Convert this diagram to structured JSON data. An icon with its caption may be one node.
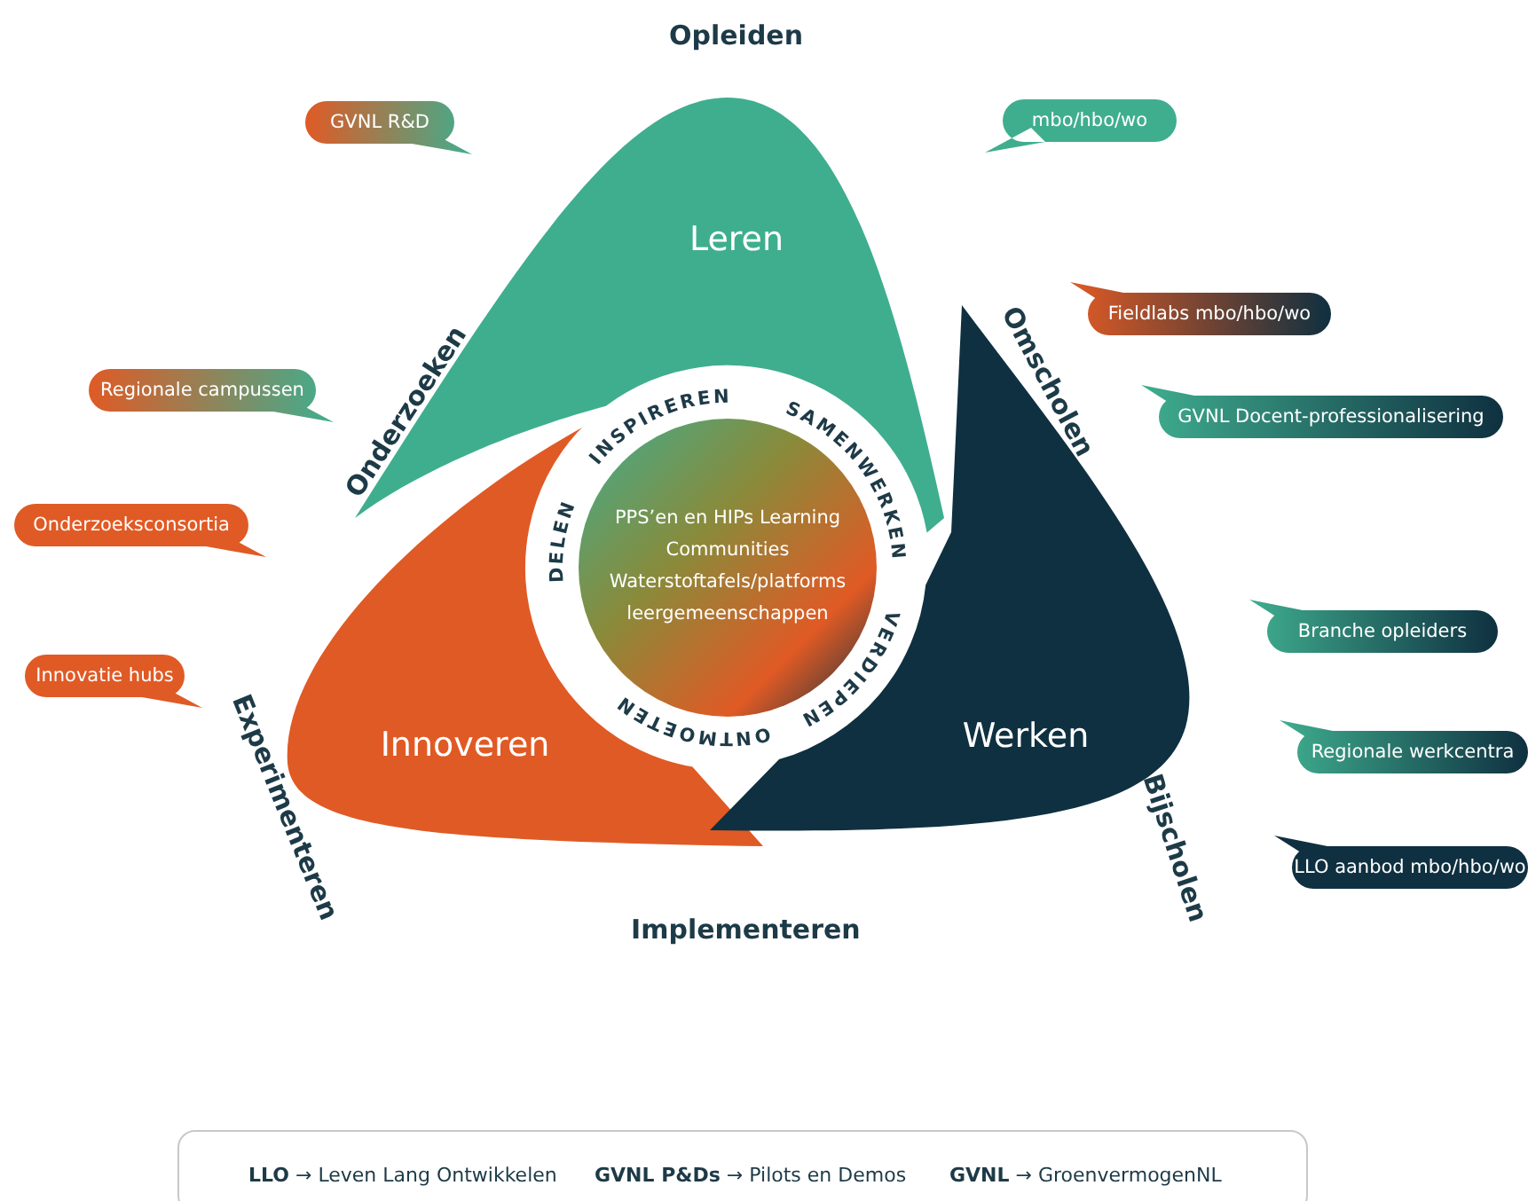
{
  "diagram": {
    "nodes": [
      {
        "text": [
          "Leren"
        ]
      },
      {
        "text": [
          "Innoveren"
        ]
      },
      {
        "text": [
          "Werken"
        ]
      },
      {
        "text": [
          "PPS’en en HIPs Learning Communities",
          "Waterstoftafels/platforms",
          "leergemeenschappen"
        ]
      },
      {
        "text": [
          "GVNL R&D"
        ]
      },
      {
        "text": [
          "mbo/hbo/wo"
        ]
      },
      {
        "text": [
          "Fieldlabs mbo/hbo/wo"
        ]
      },
      {
        "text": [
          "Regionale campussen"
        ]
      },
      {
        "text": [
          "GVNL Docent-professionalisering"
        ]
      },
      {
        "text": [
          "Onderzoeksconsortia"
        ]
      },
      {
        "text": [
          "Branche opleiders"
        ]
      },
      {
        "text": [
          "Innovatie hubs"
        ]
      },
      {
        "text": [
          "Regionale werkcentra"
        ]
      },
      {
        "text": [
          "LLO aanbod mbo/hbo/wo"
        ]
      }
    ],
    "edges": [],
    "labels": [
      "Opleiden",
      "Onderzoeken",
      "Omscholen",
      "INSPIREREN",
      "SAMENWERKEN",
      "DELEN",
      "VERDIEPEN",
      "ONTMOETEN",
      "Experimenteren",
      "Bijscholen",
      "Implementeren",
      "**LLO** → Leven Lang Ontwikkelen",
      "**GVNL P&Ds** → Pilots en Demos",
      "**GVNL** → GroenvermogenNL"
    ]
  }
}
